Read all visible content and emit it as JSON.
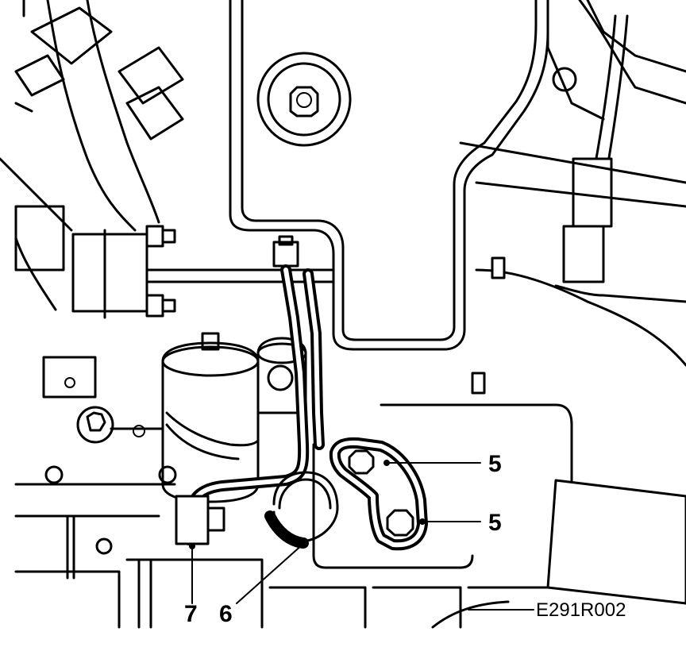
{
  "diagram": {
    "figure_code": "E291R002",
    "callouts": [
      {
        "id": "c5a",
        "text": "5"
      },
      {
        "id": "c5b",
        "text": "5"
      },
      {
        "id": "c6",
        "text": "6"
      },
      {
        "id": "c7",
        "text": "7"
      }
    ]
  }
}
